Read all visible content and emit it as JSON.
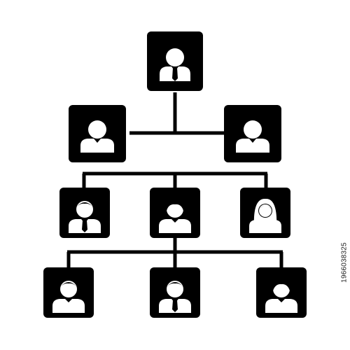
{
  "diagram": {
    "type": "org-chart",
    "colors": {
      "box": "#000000",
      "figure": "#ffffff",
      "line": "#000000",
      "background": "#ffffff"
    },
    "levels": [
      {
        "level": 1,
        "nodes": [
          {
            "id": "ceo",
            "icon": "businessman-tie-icon"
          }
        ]
      },
      {
        "level": 2,
        "nodes": [
          {
            "id": "manager-left",
            "icon": "man-icon",
            "parent": "ceo"
          },
          {
            "id": "manager-right",
            "icon": "man-icon",
            "parent": "ceo"
          }
        ]
      },
      {
        "level": 3,
        "nodes": [
          {
            "id": "staff-3a",
            "icon": "man-tie-icon",
            "parent": "level-2"
          },
          {
            "id": "staff-3b",
            "icon": "woman-short-hair-icon",
            "parent": "level-2"
          },
          {
            "id": "staff-3c",
            "icon": "woman-long-hair-icon",
            "parent": "level-2"
          }
        ]
      },
      {
        "level": 4,
        "nodes": [
          {
            "id": "staff-4a",
            "icon": "man-icon",
            "parent": "level-3"
          },
          {
            "id": "staff-4b",
            "icon": "man-tie-icon",
            "parent": "level-3"
          },
          {
            "id": "staff-4c",
            "icon": "woman-icon",
            "parent": "level-3"
          }
        ]
      }
    ]
  },
  "stock_id": "1966038325"
}
